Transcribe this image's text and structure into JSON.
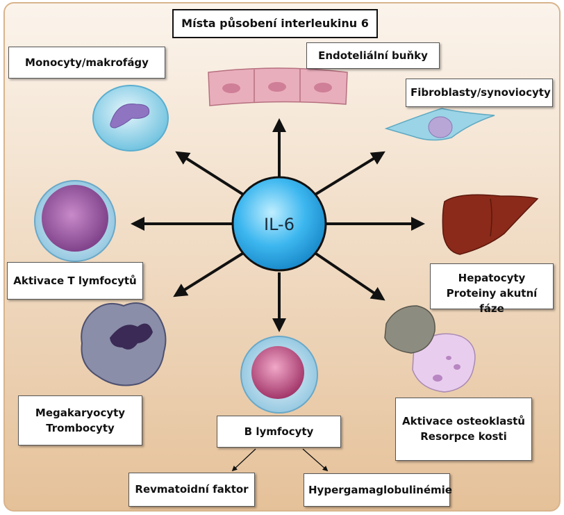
{
  "title": "Místa působení interleukinu 6",
  "center": "IL-6",
  "labels": {
    "monocytes": "Monocyty/makrofágy",
    "endothelial": "Endoteliální buňky",
    "fibroblasts": "Fibroblasty/synoviocyty",
    "t_cells": "Aktivace T lymfocytů",
    "hepatocytes_1": "Hepatocyty",
    "hepatocytes_2": "Proteiny akutní fáze",
    "megakaryocytes_1": "Megakaryocyty",
    "megakaryocytes_2": "Trombocyty",
    "b_cells": "B lymfocyty",
    "osteoclasts_1": "Aktivace osteoklastů",
    "osteoclasts_2": "Resorpce kosti",
    "rf": "Revmatoidní faktor",
    "hyper": "Hypergamaglobulinémie"
  },
  "colors": {
    "background_top": "#fbf4ec",
    "background_bottom": "#e5c199",
    "center_fill": "#3db7ef",
    "arrow": "#111111"
  }
}
